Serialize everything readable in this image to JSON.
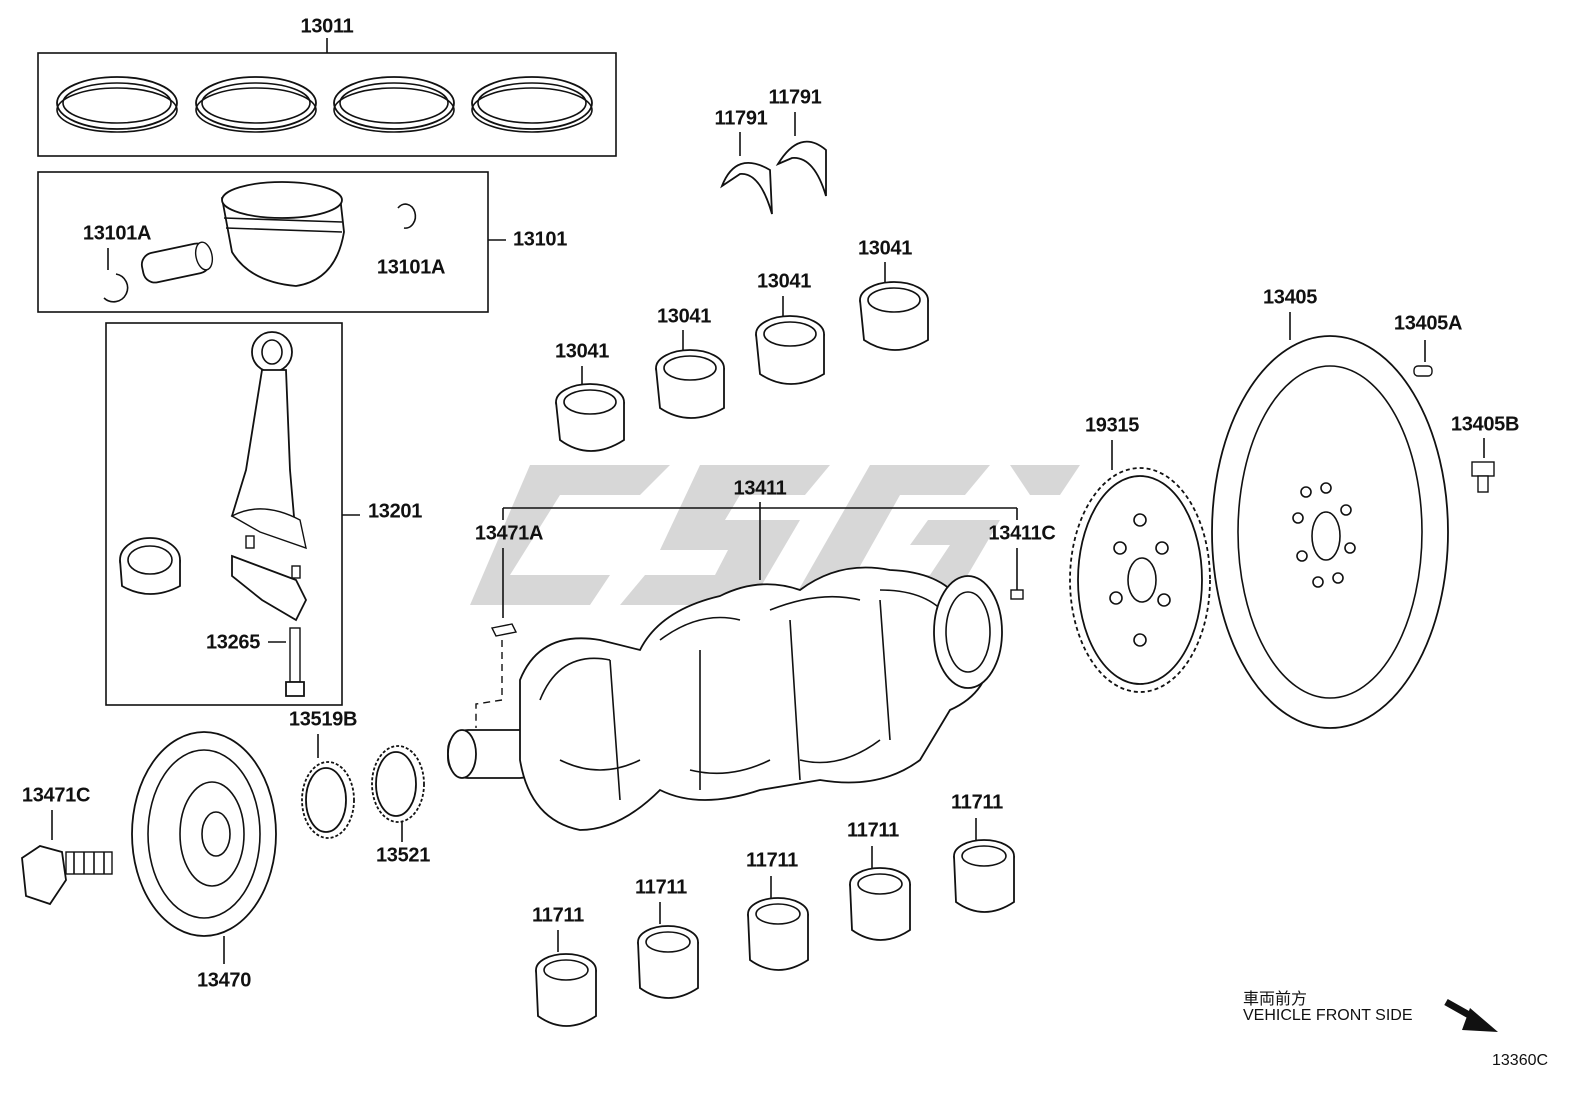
{
  "title_code": "13360C",
  "direction_note": {
    "jp": "車両前方",
    "en": "VEHICLE FRONT SIDE"
  },
  "part_labels": {
    "p13011": "13011",
    "p13101": "13101",
    "p13101A_left": "13101A",
    "p13101A_right": "13101A",
    "p13201": "13201",
    "p13265": "13265",
    "p11791_left": "11791",
    "p11791_right": "11791",
    "p13041_a": "13041",
    "p13041_b": "13041",
    "p13041_c": "13041",
    "p13041_d": "13041",
    "p13405": "13405",
    "p13405A": "13405A",
    "p13405B": "13405B",
    "p19315": "19315",
    "p13411": "13411",
    "p13471A": "13471A",
    "p13411C": "13411C",
    "p13519B": "13519B",
    "p13521": "13521",
    "p13471C": "13471C",
    "p13470": "13470",
    "p11711_a": "11711",
    "p11711_b": "11711",
    "p11711_c": "11711",
    "p11711_d": "11711",
    "p11711_e": "11711"
  },
  "icons": {
    "direction_arrow": "arrow-down-right-icon"
  },
  "colors": {
    "line": "#111111",
    "watermark": "#b8b8b8"
  }
}
